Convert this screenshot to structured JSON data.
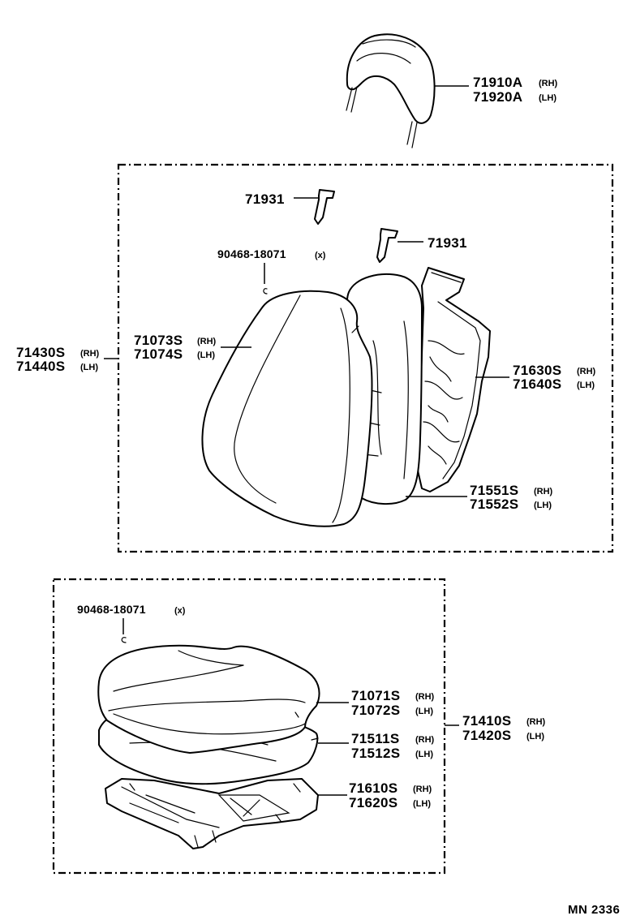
{
  "headrest": {
    "part_rh": "71910A",
    "side_rh": "(RH)",
    "part_lh": "71920A",
    "side_lh": "(LH)"
  },
  "back": {
    "guide_left": "71931",
    "guide_right": "71931",
    "hog_ring": "90468-18071",
    "hog_ring_mark": "(x)",
    "assembly_rh": "71430S",
    "assembly_rh_side": "(RH)",
    "assembly_lh": "71440S",
    "assembly_lh_side": "(LH)",
    "cover_rh": "71073S",
    "cover_rh_side": "(RH)",
    "cover_lh": "71074S",
    "cover_lh_side": "(LH)",
    "frame_rh": "71630S",
    "frame_rh_side": "(RH)",
    "frame_lh": "71640S",
    "frame_lh_side": "(LH)",
    "pad_rh": "71551S",
    "pad_rh_side": "(RH)",
    "pad_lh": "71552S",
    "pad_lh_side": "(LH)"
  },
  "cushion": {
    "hog_ring": "90468-18071",
    "hog_ring_mark": "(x)",
    "cover_rh": "71071S",
    "cover_rh_side": "(RH)",
    "cover_lh": "71072S",
    "cover_lh_side": "(LH)",
    "pad_rh": "71511S",
    "pad_rh_side": "(RH)",
    "pad_lh": "71512S",
    "pad_lh_side": "(LH)",
    "frame_rh": "71610S",
    "frame_rh_side": "(RH)",
    "frame_lh": "71620S",
    "frame_lh_side": "(LH)",
    "assembly_rh": "71410S",
    "assembly_rh_side": "(RH)",
    "assembly_lh": "71420S",
    "assembly_lh_side": "(LH)"
  },
  "footer": {
    "reference": "MN 2336"
  }
}
